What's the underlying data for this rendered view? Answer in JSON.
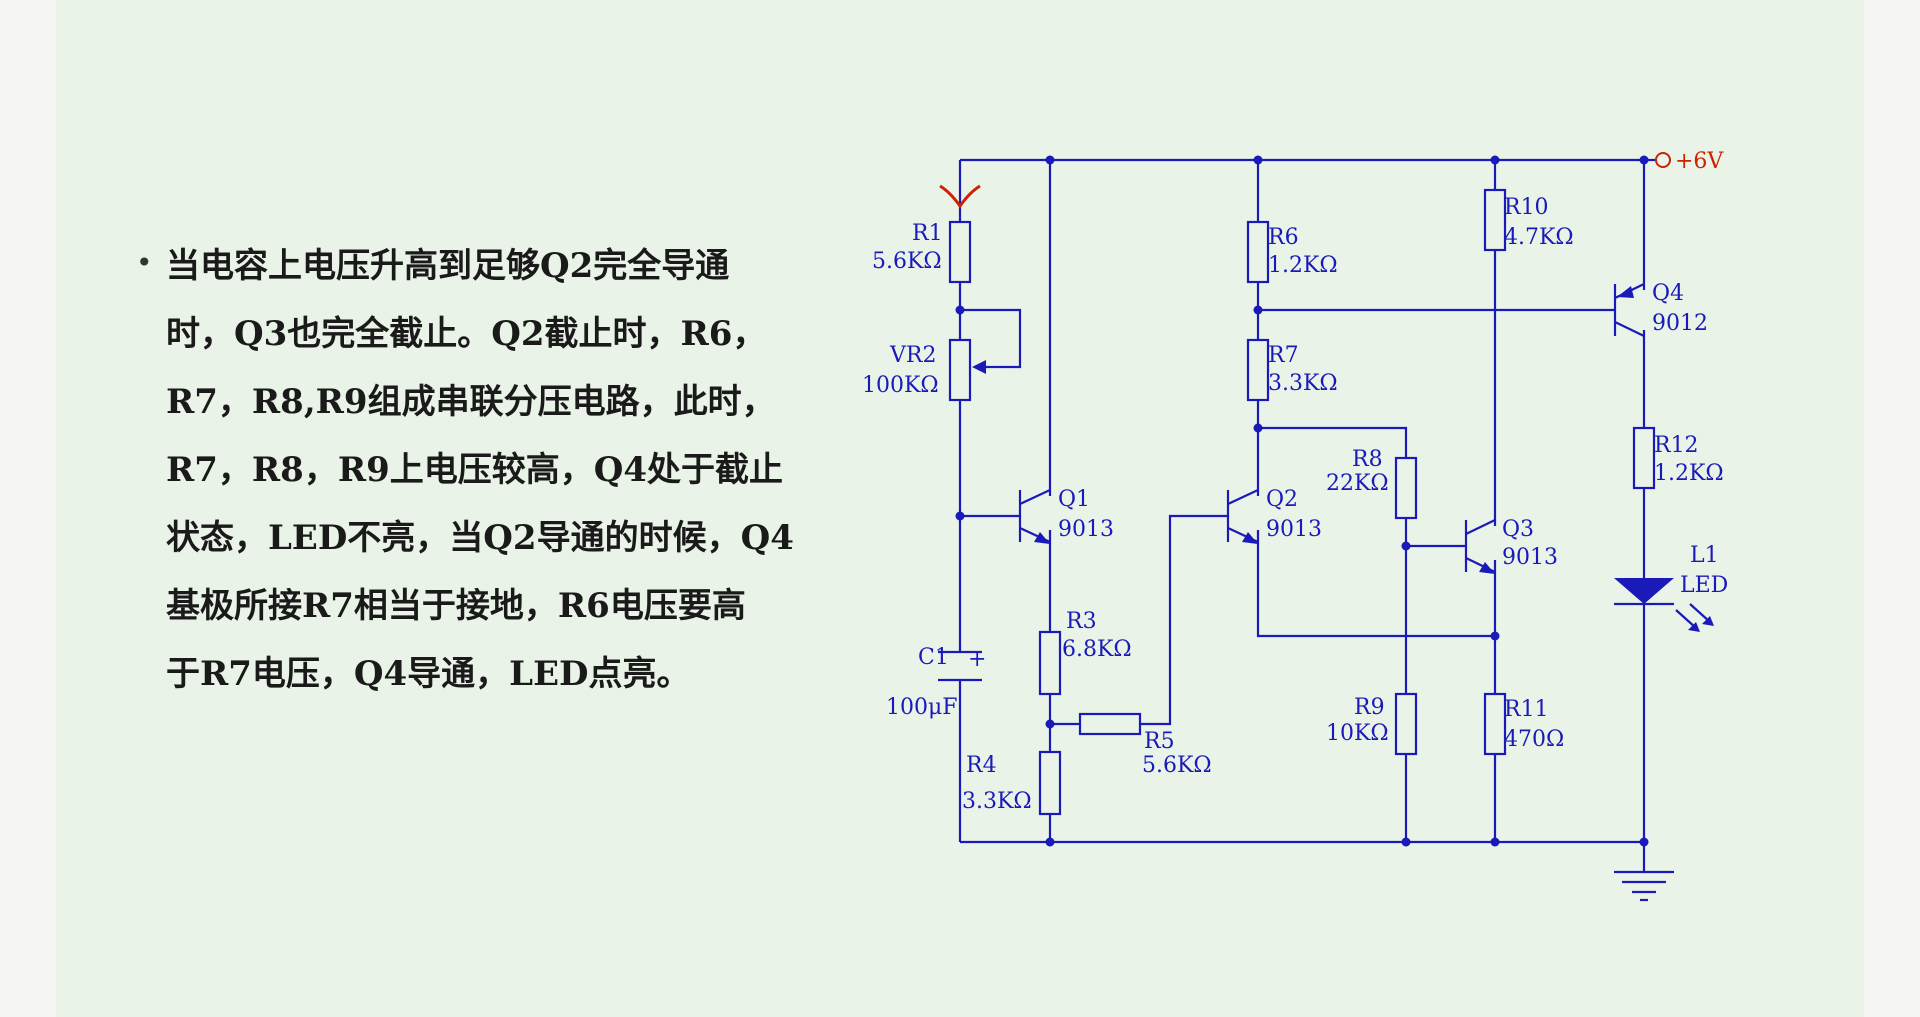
{
  "paragraph": {
    "bullet": "•",
    "lines": [
      "当电容上电压升高到足够Q2完全导通",
      "时，Q3也完全截止。Q2截止时，R6，",
      "R7，R8,R9组成串联分压电路，此时，",
      "R7，R8，R9上电压较高，Q4处于截止",
      "状态，LED不亮，当Q2导通的时候，Q4",
      "基极所接R7相当于接地，R6电压要高",
      "于R7电压，Q4导通，LED点亮。"
    ]
  },
  "circuit": {
    "supply": "+6V",
    "components": {
      "R1": {
        "name": "R1",
        "value": "5.6KΩ"
      },
      "VR2": {
        "name": "VR2",
        "value": "100KΩ"
      },
      "C1": {
        "name": "C1",
        "value": "100μF",
        "polarity": "+"
      },
      "Q1": {
        "name": "Q1",
        "value": "9013"
      },
      "R3": {
        "name": "R3",
        "value": "6.8KΩ"
      },
      "R4": {
        "name": "R4",
        "value": "3.3KΩ"
      },
      "R5": {
        "name": "R5",
        "value": "5.6KΩ"
      },
      "R6": {
        "name": "R6",
        "value": "1.2KΩ"
      },
      "R7": {
        "name": "R7",
        "value": "3.3KΩ"
      },
      "Q2": {
        "name": "Q2",
        "value": "9013"
      },
      "R8": {
        "name": "R8",
        "value": "22KΩ"
      },
      "R9": {
        "name": "R9",
        "value": "10KΩ"
      },
      "R10": {
        "name": "R10",
        "value": "4.7KΩ"
      },
      "Q3": {
        "name": "Q3",
        "value": "9013"
      },
      "R11": {
        "name": "R11",
        "value": "470Ω"
      },
      "Q4": {
        "name": "Q4",
        "value": "9012"
      },
      "R12": {
        "name": "R12",
        "value": "1.2KΩ"
      },
      "L1": {
        "name": "L1",
        "value": "LED"
      }
    }
  },
  "colors": {
    "circuit": "#1a1ab8",
    "probe": "#cc2200",
    "slide_background": "#eaf3e8"
  }
}
